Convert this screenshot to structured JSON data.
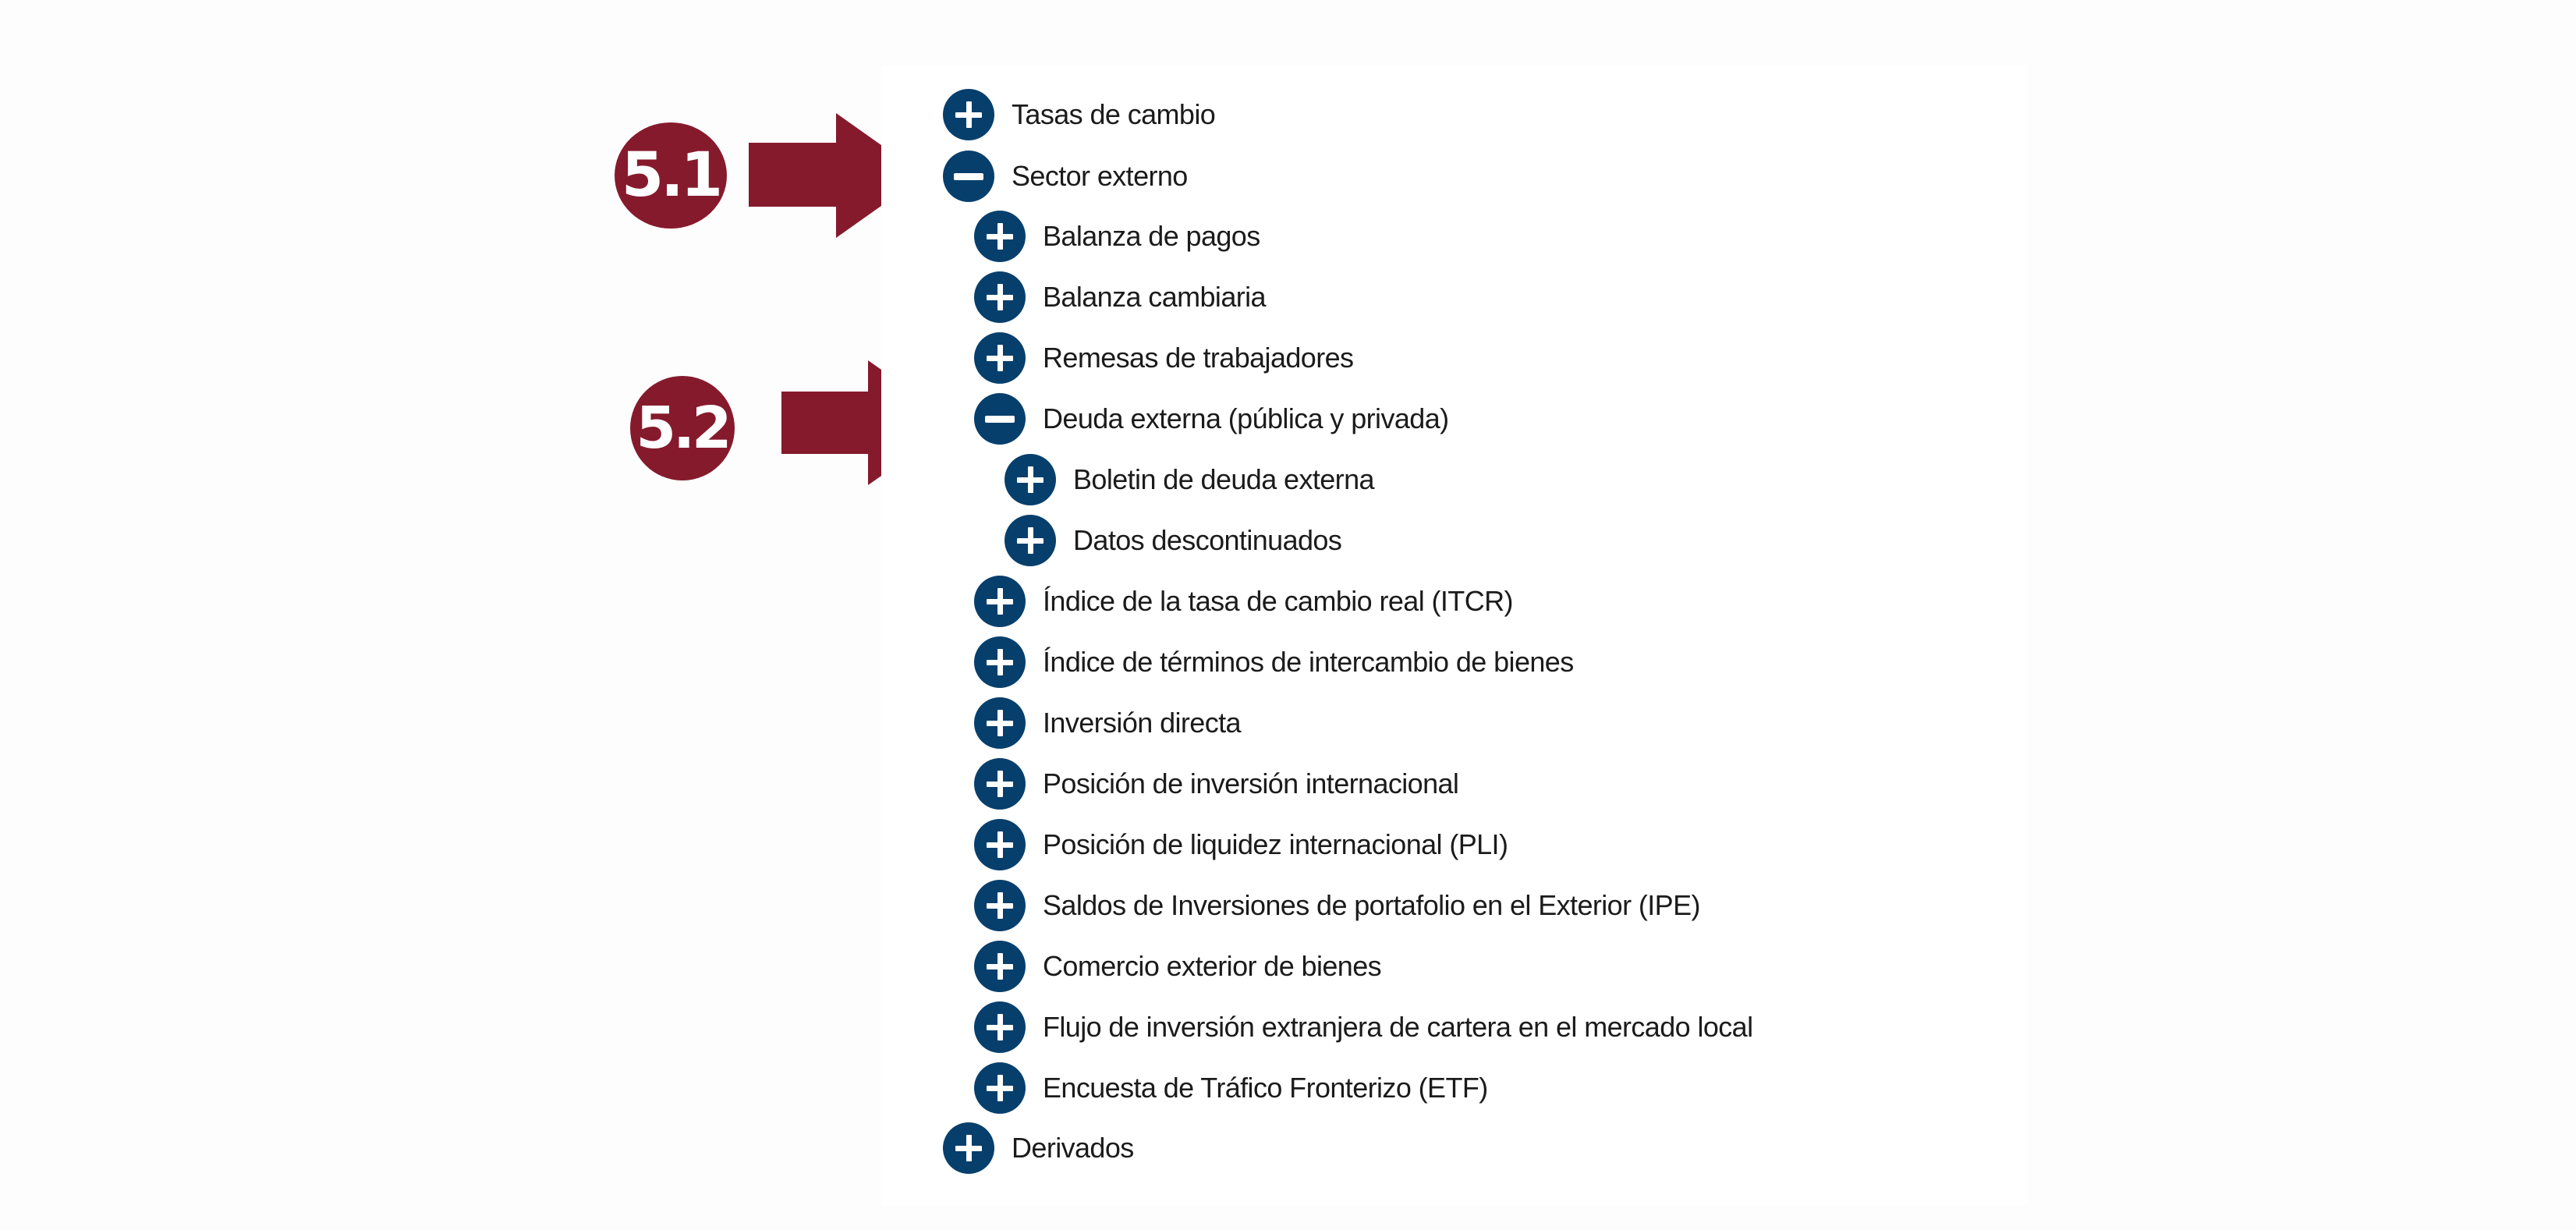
{
  "annotations": [
    {
      "label": "5.1",
      "target": "Sector externo",
      "color": "#861a2d"
    },
    {
      "label": "5.2",
      "target": "Deuda externa (pública y privada)",
      "color": "#861a2d"
    }
  ],
  "colors": {
    "toggle_icon": "#073f6c",
    "annotation": "#861a2d",
    "text": "#1b1b1b",
    "panel_bg": "#ffffff",
    "page_bg": "#fdfdfd"
  },
  "tree": {
    "items": [
      {
        "label": "Tasas de cambio",
        "level": 0,
        "state": "collapsed",
        "icon": "plus-circle-icon"
      },
      {
        "label": "Sector externo",
        "level": 0,
        "state": "expanded",
        "icon": "minus-circle-icon"
      },
      {
        "label": "Balanza de pagos",
        "level": 1,
        "state": "collapsed",
        "icon": "plus-circle-icon"
      },
      {
        "label": "Balanza cambiaria",
        "level": 1,
        "state": "collapsed",
        "icon": "plus-circle-icon"
      },
      {
        "label": "Remesas de trabajadores",
        "level": 1,
        "state": "collapsed",
        "icon": "plus-circle-icon"
      },
      {
        "label": "Deuda externa (pública y privada)",
        "level": 1,
        "state": "expanded",
        "icon": "minus-circle-icon"
      },
      {
        "label": "Boletin de deuda externa",
        "level": 2,
        "state": "collapsed",
        "icon": "plus-circle-icon"
      },
      {
        "label": "Datos descontinuados",
        "level": 2,
        "state": "collapsed",
        "icon": "plus-circle-icon"
      },
      {
        "label": "Índice de la tasa de cambio real (ITCR)",
        "level": 1,
        "state": "collapsed",
        "icon": "plus-circle-icon"
      },
      {
        "label": "Índice de términos de intercambio de bienes",
        "level": 1,
        "state": "collapsed",
        "icon": "plus-circle-icon"
      },
      {
        "label": "Inversión directa",
        "level": 1,
        "state": "collapsed",
        "icon": "plus-circle-icon"
      },
      {
        "label": "Posición de inversión internacional",
        "level": 1,
        "state": "collapsed",
        "icon": "plus-circle-icon"
      },
      {
        "label": "Posición de liquidez internacional (PLI)",
        "level": 1,
        "state": "collapsed",
        "icon": "plus-circle-icon"
      },
      {
        "label": "Saldos de Inversiones de portafolio en el Exterior (IPE)",
        "level": 1,
        "state": "collapsed",
        "icon": "plus-circle-icon"
      },
      {
        "label": "Comercio exterior de bienes",
        "level": 1,
        "state": "collapsed",
        "icon": "plus-circle-icon"
      },
      {
        "label": "Flujo de inversión extranjera de cartera en el mercado local",
        "level": 1,
        "state": "collapsed",
        "icon": "plus-circle-icon"
      },
      {
        "label": "Encuesta de Tráfico Fronterizo (ETF)",
        "level": 1,
        "state": "collapsed",
        "icon": "plus-circle-icon"
      },
      {
        "label": "Derivados",
        "level": 0,
        "state": "collapsed",
        "icon": "plus-circle-icon"
      }
    ]
  }
}
